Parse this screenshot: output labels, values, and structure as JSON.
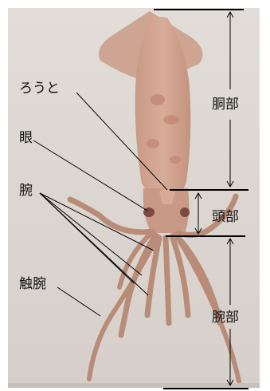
{
  "image": {
    "subject": "squid",
    "colors": {
      "background": "#dcd6d1",
      "body": "#c9a08a",
      "arms": "#b98c78",
      "line": "#000000",
      "text": "#111111"
    }
  },
  "labels": {
    "funnel": "ろうと",
    "eye": "眼",
    "arm": "腕",
    "tentacle": "触腕",
    "mantle": "胴部",
    "head": "頭部",
    "arms_section": "腕部"
  }
}
